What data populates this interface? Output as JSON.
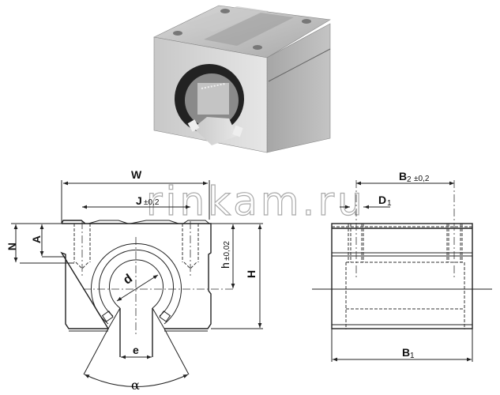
{
  "watermark": "rinkam.ru",
  "front_view": {
    "labels": {
      "W": "W",
      "J": "J",
      "J_tol": "±0,2",
      "N": "N",
      "A": "A",
      "d": "d",
      "h": "h",
      "h_tol": "±0,02",
      "H": "H",
      "e": "e",
      "alpha": "α"
    }
  },
  "side_view": {
    "labels": {
      "B2": "B",
      "B2_sub": "2",
      "B2_tol": "±0,2",
      "D1": "D",
      "D1_sub": "1",
      "B1": "B",
      "B1_sub": "1"
    }
  },
  "photo": {
    "subject": "linear-bearing-housing",
    "color": "#b8b8b8"
  }
}
